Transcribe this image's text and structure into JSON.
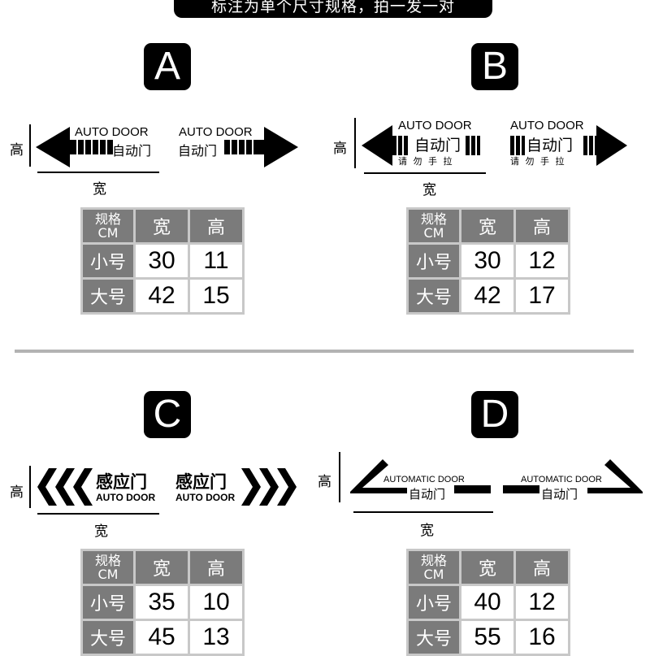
{
  "banner": "标注为单个尺寸规格，拍一发一对",
  "dimension_labels": {
    "height": "高",
    "width": "宽"
  },
  "table_headers": {
    "spec": "规格",
    "unit": "CM",
    "width": "宽",
    "height": "高"
  },
  "variants": [
    {
      "letter": "A",
      "sign_text": {
        "en": "AUTO DOOR",
        "zh": "自动门"
      },
      "rows": [
        {
          "size": "小号",
          "width": "30",
          "height": "11"
        },
        {
          "size": "大号",
          "width": "42",
          "height": "15"
        }
      ]
    },
    {
      "letter": "B",
      "sign_text": {
        "en": "AUTO DOOR",
        "zh": "自动门",
        "sub": "请 勿 手 拉"
      },
      "rows": [
        {
          "size": "小号",
          "width": "30",
          "height": "12"
        },
        {
          "size": "大号",
          "width": "42",
          "height": "17"
        }
      ]
    },
    {
      "letter": "C",
      "sign_text": {
        "en": "AUTO DOOR",
        "zh": "感应门"
      },
      "rows": [
        {
          "size": "小号",
          "width": "35",
          "height": "10"
        },
        {
          "size": "大号",
          "width": "45",
          "height": "13"
        }
      ]
    },
    {
      "letter": "D",
      "sign_text": {
        "en": "AUTOMATIC DOOR",
        "zh": "自动门"
      },
      "rows": [
        {
          "size": "小号",
          "width": "40",
          "height": "12"
        },
        {
          "size": "大号",
          "width": "55",
          "height": "16"
        }
      ]
    }
  ],
  "colors": {
    "header_cell": "#7b7b7b",
    "table_border": "#c8c8c8",
    "divider": "#b3b3b3"
  }
}
